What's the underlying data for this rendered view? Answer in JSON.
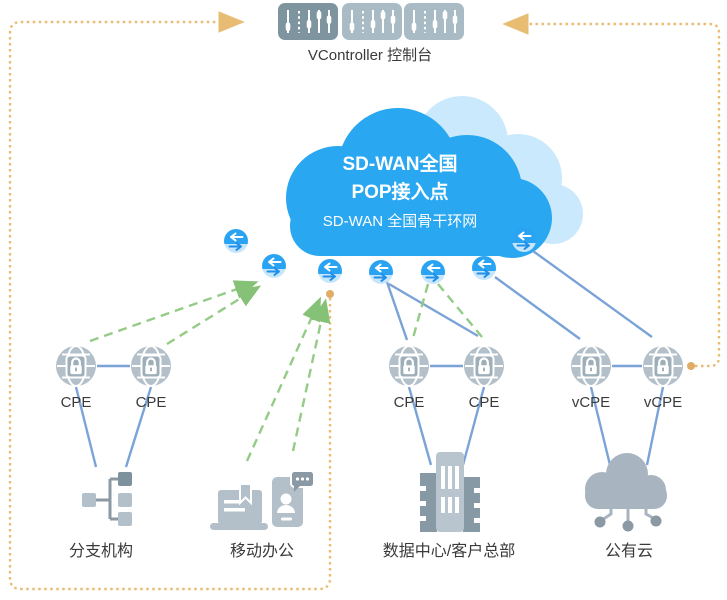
{
  "controller": {
    "label": "VController 控制台",
    "icons": [
      "sliders-icon",
      "sliders-icon",
      "sliders-icon"
    ]
  },
  "cloud": {
    "title_line1": "SD-WAN全国",
    "title_line2": "POP接入点",
    "subtitle": "SD-WAN 全国骨干环网"
  },
  "edge_nodes": [
    {
      "label": "CPE"
    },
    {
      "label": "CPE"
    },
    {
      "label": "CPE"
    },
    {
      "label": "CPE"
    },
    {
      "label": "vCPE"
    },
    {
      "label": "vCPE"
    }
  ],
  "sites": [
    {
      "label": "分支机构",
      "icon": "branch-tree-icon"
    },
    {
      "label": "移动办公",
      "icons": [
        "laptop-icon",
        "phone-chat-icon"
      ]
    },
    {
      "label": "数据中心/客户总部",
      "icon": "building-icon"
    },
    {
      "label": "公有云",
      "icon": "cloud-network-icon"
    }
  ],
  "icons": {
    "transfer": "bidirectional-arrows-circle-icon",
    "edge_node": "globe-lock-icon",
    "controller": "sliders-icon"
  },
  "colors": {
    "cloud_blue": "#29A7F1",
    "cloud_light": "#CBE9FC",
    "link_blue": "#7AA3D8",
    "link_green": "#94CB86",
    "link_orange": "#E9BC74",
    "orange_dot": "#DFAD65",
    "node_gray": "#B3C0CA",
    "node_gray_dark": "#8A99A4",
    "badge_gray": "#9FAFBA",
    "transfer_top": "#2AA4F2",
    "transfer_bottom": "#C7E6FB",
    "transfer_arrow": "#1F8FE8",
    "controller_primary": "#7E949E",
    "controller_secondary": "#A9BCC5",
    "building_light": "#B9C5CE",
    "building_dark": "#8799A4",
    "text_color": "#3A3A3A"
  }
}
